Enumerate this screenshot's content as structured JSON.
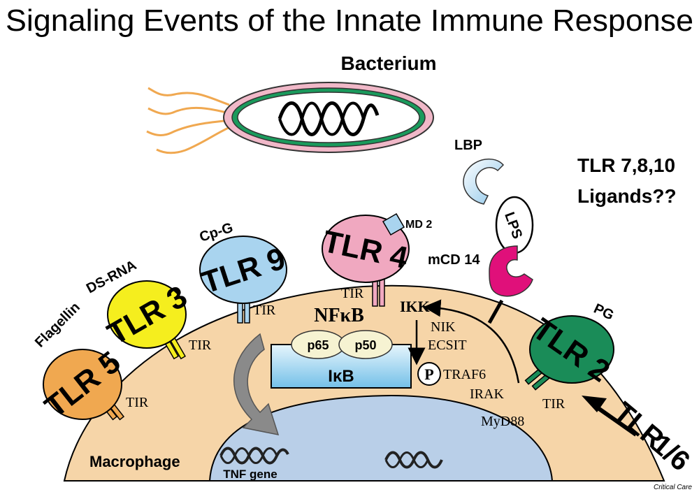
{
  "title": "Signaling Events of the Innate Immune Response",
  "bacterium": {
    "label": "Bacterium"
  },
  "lbp": "LBP",
  "lps": "LPS",
  "mcd14": "mCD 14",
  "md2": "MD 2",
  "tlr_unknown": {
    "line1": "TLR 7,8,10",
    "line2": "Ligands??"
  },
  "tlr_1_6": {
    "line1": "TLR",
    "line2": "1/6"
  },
  "receptors": [
    {
      "name": "TLR 5",
      "ligand": "Flagellin",
      "tir": "TIR",
      "color": "#f0a850"
    },
    {
      "name": "TLR 3",
      "ligand": "DS-RNA",
      "tir": "TIR",
      "color": "#f5ee1e"
    },
    {
      "name": "TLR 9",
      "ligand": "Cp-G",
      "tir": "TIR",
      "color": "#a9d4ef"
    },
    {
      "name": "TLR 4",
      "ligand": "",
      "tir": "TIR",
      "color": "#f0a8c0"
    },
    {
      "name": "TLR 2",
      "ligand": "PG",
      "tir": "TIR",
      "color": "#1a8c58"
    }
  ],
  "pathway": {
    "nfkb": "NFκB",
    "p65": "p65",
    "p50": "p50",
    "ikb": "IκB",
    "p": "P",
    "ikk": "IKK",
    "nik": "NIK",
    "ecsit": "ECSIT",
    "traf6": "TRAF6",
    "irak": "IRAK",
    "myd88": "MyD88"
  },
  "cell_label": "Macrophage",
  "tnf_gene": "TNF gene",
  "source": "Critical Care",
  "colors": {
    "cytoplasm": "#f6d5a8",
    "nucleus": "#b9cfe8",
    "ikb_box_top": "#d8eefa",
    "ikb_box_bottom": "#7cc4ea",
    "flagella": "#f0a850",
    "bacterium_outer": "#f0b8c8",
    "bacterium_mid": "#1a9a5c",
    "cd14": "#e0107a"
  }
}
